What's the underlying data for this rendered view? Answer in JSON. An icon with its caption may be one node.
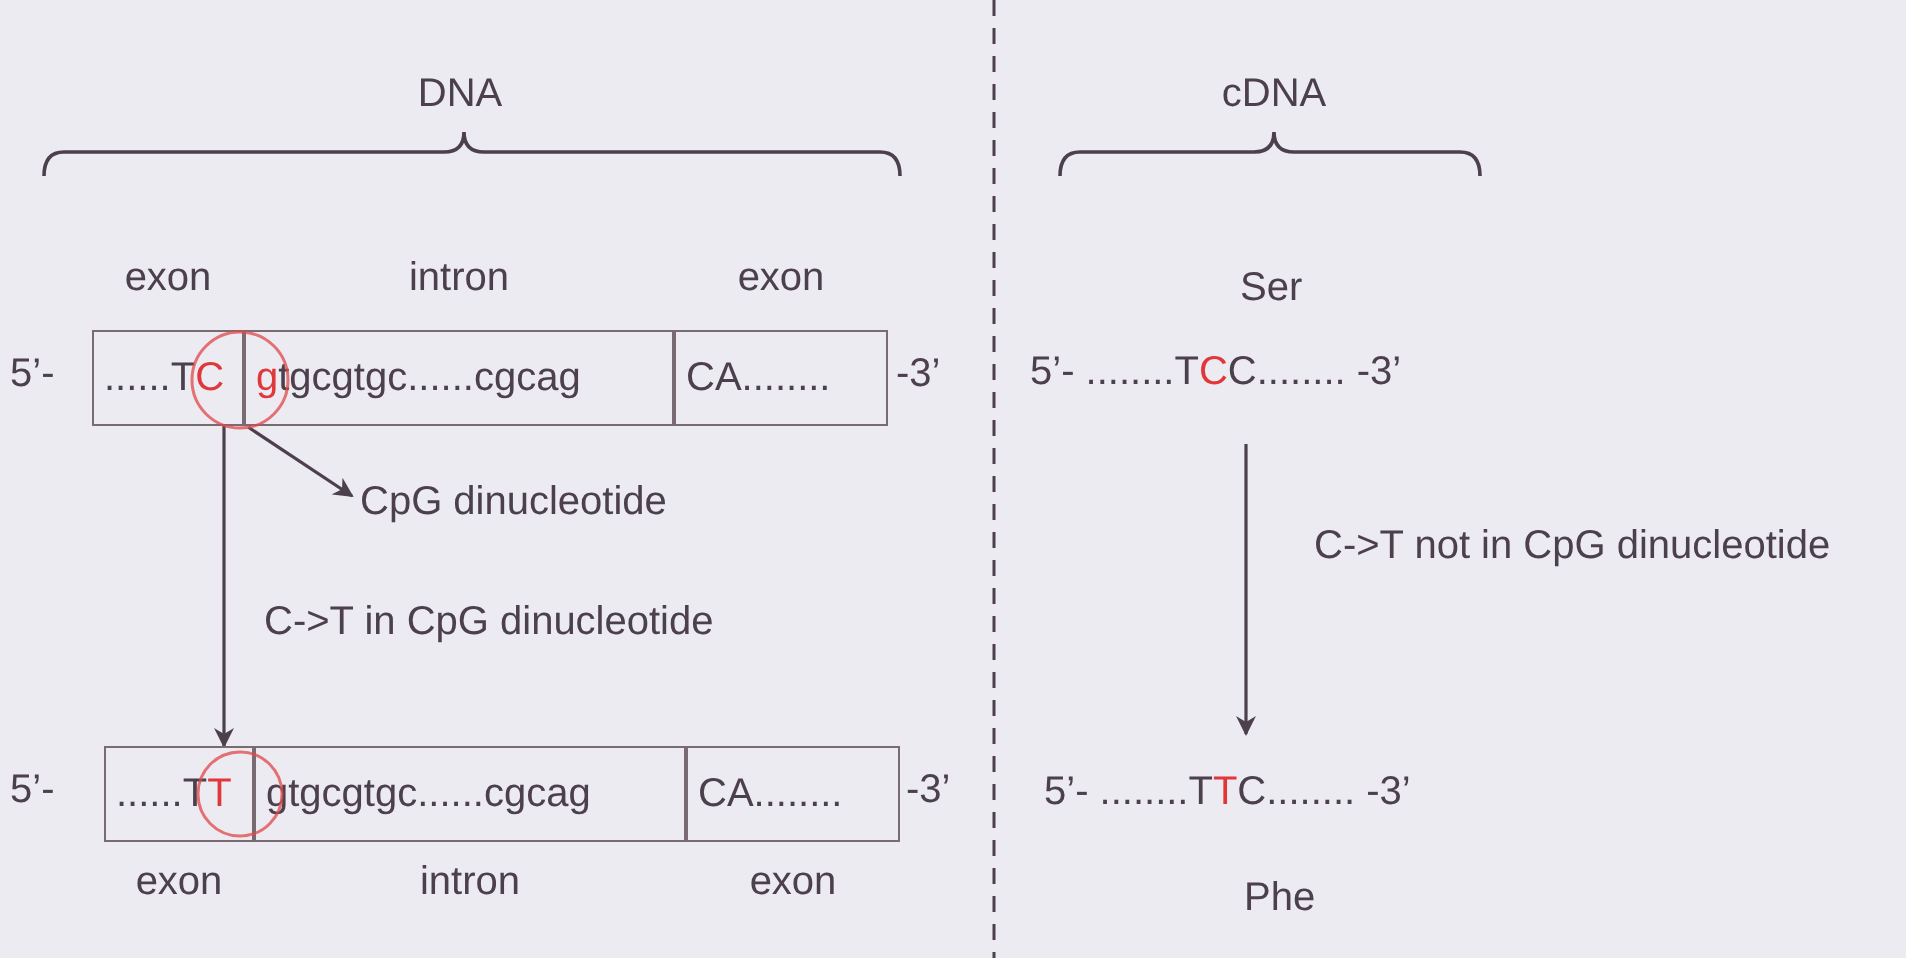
{
  "diagram": {
    "nodes": [
      {
        "text": [
          "exon",
          "......TC"
        ]
      },
      {
        "text": [
          "intron",
          "gtgcgtgc......cgcag"
        ]
      },
      {
        "text": [
          "exon",
          "CA........"
        ]
      },
      {
        "text": [],
        "shape": "circle"
      },
      {
        "text": [
          "CpG dinucleotide"
        ]
      },
      {
        "text": [
          "......TT",
          "exon"
        ]
      },
      {
        "text": [
          "gtgcgtgc......cgcag",
          "intron"
        ]
      },
      {
        "text": [
          "CA........",
          "exon"
        ]
      },
      {
        "text": [],
        "shape": "circle"
      },
      {
        "text": [
          "5’- ........TCC........ -3’"
        ],
        "beside": [
          "Ser"
        ]
      },
      {
        "text": [
          "5’- ........TTC........ -3’"
        ],
        "beside": [
          "Phe"
        ]
      }
    ],
    "edges": [
      {
        "from": 3,
        "to": 4,
        "arrow": "to"
      },
      {
        "from": 0,
        "to": 5,
        "arrow": "to",
        "label": "C->T in CpG dinucleotide"
      },
      {
        "from": 9,
        "to": 10,
        "arrow": "to",
        "label": "C->T not in CpG dinucleotide"
      }
    ],
    "labels": [
      "DNA",
      "cDNA",
      "5’-",
      "-3’",
      "5’-",
      "-3’"
    ]
  }
}
